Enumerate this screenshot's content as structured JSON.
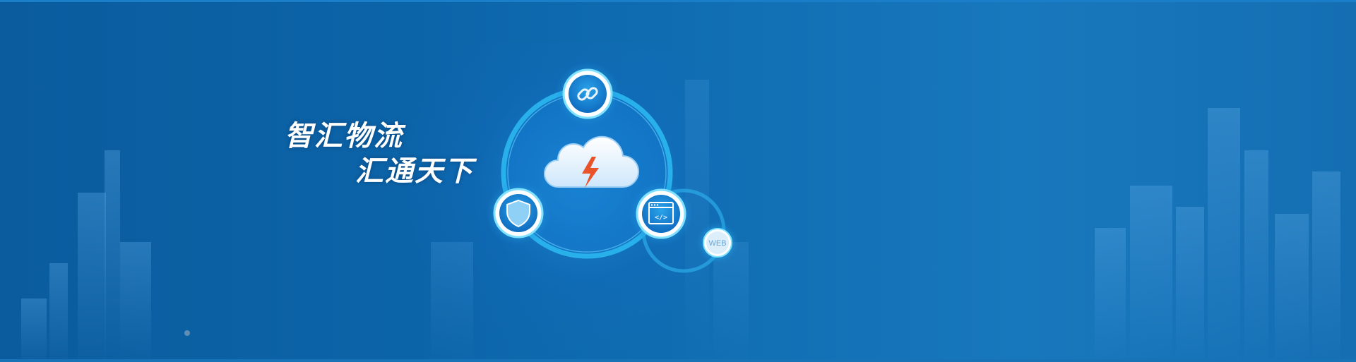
{
  "banner": {
    "slogan_line1": "智汇物流",
    "slogan_line2": "汇通天下",
    "web_badge": "WEB"
  },
  "icons": [
    "link-icon",
    "cloud-lightning-icon",
    "shield-icon",
    "code-window-icon",
    "web-icon"
  ],
  "colors": {
    "background": "#0c64a8",
    "ring": "#27b6f0",
    "node_glow": "#3ad0ff",
    "lightning": "#e8532a"
  },
  "carousel": {
    "indicator_count": 1
  }
}
